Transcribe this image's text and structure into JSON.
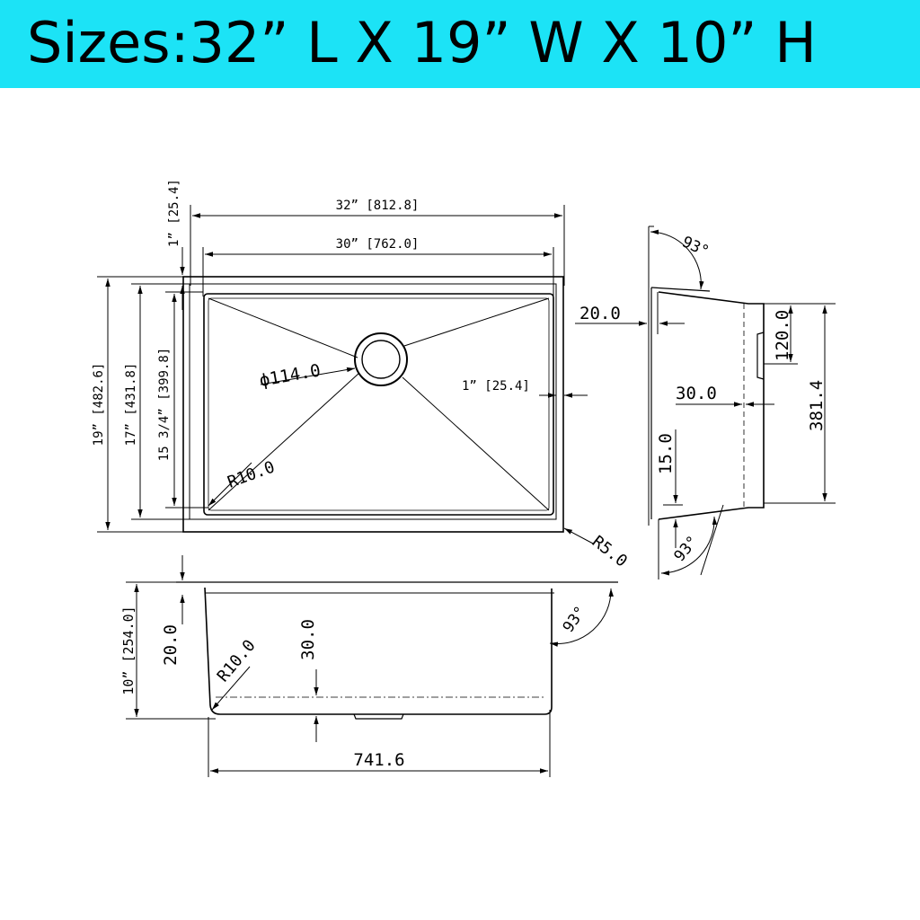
{
  "banner": {
    "title": "Sizes:32”  L X 19”  W X 10”  H",
    "background": "#1ce3f6"
  },
  "top_view": {
    "overall_length": "32” [812.8]",
    "inner_length": "30” [762.0]",
    "rim_width": "1” [25.4]",
    "overall_width": "19” [482.6]",
    "inner_width": "17” [431.8]",
    "bowl_width": "15 3/4” [399.8]",
    "drain_diameter": "ϕ114.0",
    "side_rim": "1” [25.4]",
    "bottom_corner_radius": "R10.0",
    "outer_corner_radius": "R5.0"
  },
  "side_view": {
    "top_angle": "93°",
    "bottom_angle": "93°",
    "flange": "20.0",
    "offset": "30.0",
    "step": "15.0",
    "drain_height": "120.0",
    "height": "381.4"
  },
  "front_view": {
    "height": "10” [254.0]",
    "flange": "20.0",
    "inner_radius": "R10.0",
    "drain_offset": "30.0",
    "angle": "93°",
    "bottom_length": "741.6"
  }
}
